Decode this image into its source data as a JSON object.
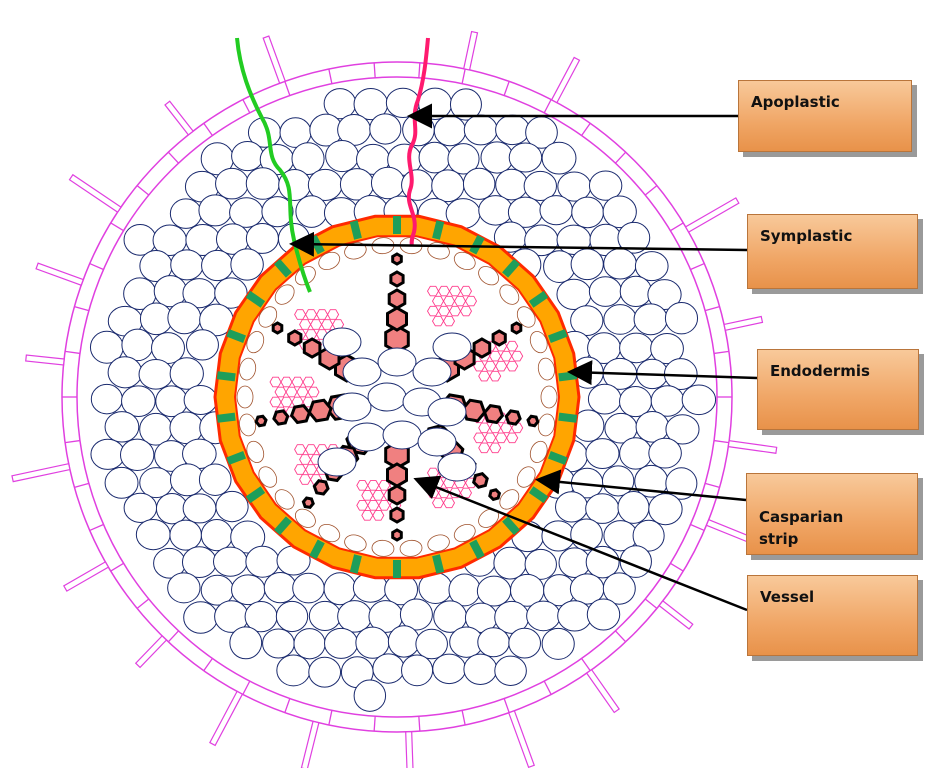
{
  "labels": {
    "apoplastic": "Apoplastic",
    "symplastic": "Symplastic",
    "endodermis": "Endodermis",
    "casparian": "Casparian\nstrip",
    "vessel": "Vessel"
  },
  "colors": {
    "epidermis": "#e040e0",
    "cortex_cell": "#1a2a6e",
    "endodermis_band": "#ffa500",
    "endodermis_edge": "#ff2a00",
    "casparian_strip": "#1e9e5a",
    "vessel_fill": "#f08080",
    "phloem": "#ff3c8c",
    "apoplastic_path": "#ff1a6e",
    "symplastic_path": "#22cc22",
    "label_fill": "#f4b27a"
  }
}
